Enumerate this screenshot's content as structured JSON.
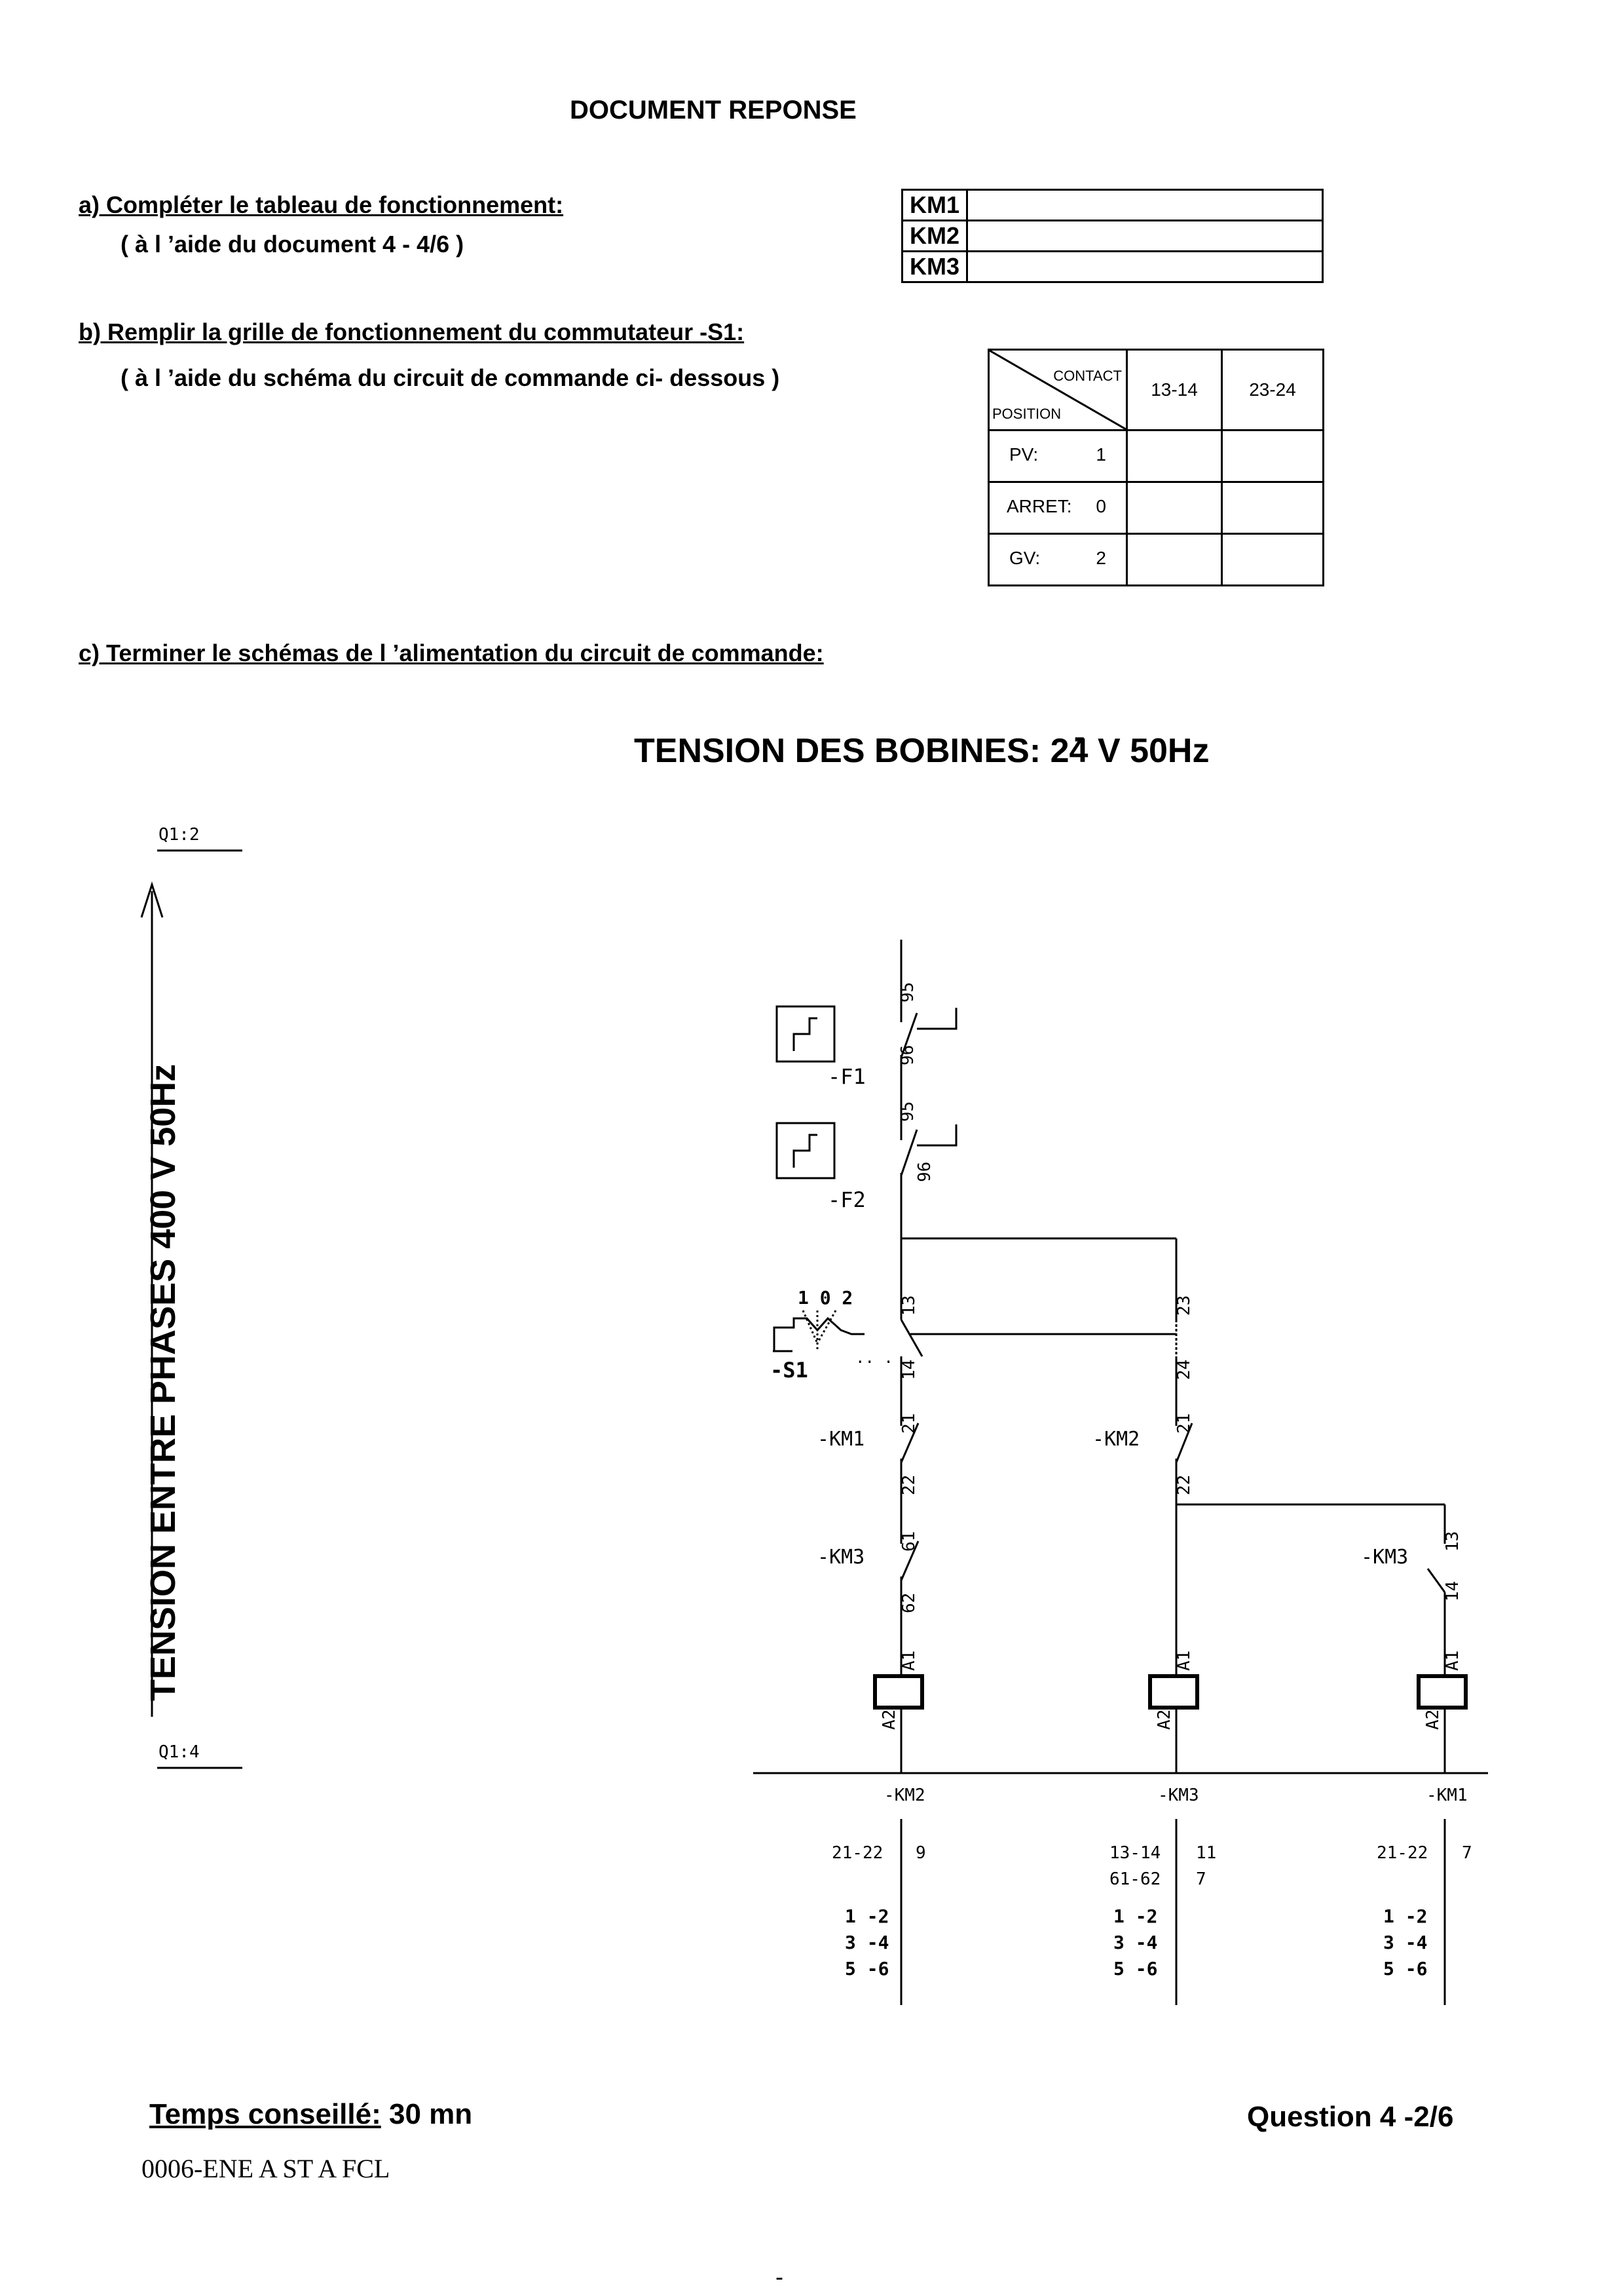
{
  "title": "DOCUMENT REPONSE",
  "section_a": {
    "heading": "a) Compléter le tableau de fonctionnement:",
    "subtitle": "( à l ’aide du document  4  - 4/6 )",
    "rows": [
      {
        "label": "KM1",
        "value": ""
      },
      {
        "label": "KM2",
        "value": ""
      },
      {
        "label": "KM3",
        "value": ""
      }
    ]
  },
  "section_b": {
    "heading": "b) Remplir la grille de fonctionnement du commutateur -S1:",
    "subtitle": "( à l ’aide du schéma du circuit de commande ci- dessous )",
    "grid": {
      "corner_top": "CONTACT",
      "corner_bottom": "POSITION",
      "columns": [
        "13-14",
        "23-24"
      ],
      "rows": [
        {
          "name": "PV:",
          "num": "1"
        },
        {
          "name": "ARRET:",
          "num": "0"
        },
        {
          "name": "GV:",
          "num": "2"
        }
      ]
    }
  },
  "section_c": {
    "heading": "c) Terminer le  schémas de l ’alimentation du circuit de commande:"
  },
  "coil_voltage": {
    "label": "TENSION DES BOBINES:",
    "value": "24",
    "unit": "V  50Hz",
    "mark": "-"
  },
  "phase_voltage": "TENSION ENTRE PHASES  400 V  50Hz",
  "terminals": {
    "top": "Q1:2",
    "bottom": "Q1:4"
  },
  "schematic": {
    "relays": [
      {
        "name": "-F1",
        "contacts": [
          "95",
          "96"
        ]
      },
      {
        "name": "-F2",
        "contacts": [
          "95",
          "96"
        ]
      }
    ],
    "switch": {
      "name": "-S1",
      "positions": "1 0 2",
      "dots": ".. ."
    },
    "contacts": [
      {
        "name": "-KM1",
        "n1": "21",
        "n2": "22"
      },
      {
        "name": "-KM3",
        "n1": "61",
        "n2": "62"
      },
      {
        "name": "-KM2",
        "n1": "21",
        "n2": "22"
      },
      {
        "name": "-KM3",
        "n1": "13",
        "n2": "14"
      }
    ],
    "s1_contacts": [
      {
        "n1": "13",
        "n2": "14"
      },
      {
        "n1": "23",
        "n2": "24"
      }
    ],
    "coil_terms": [
      "A1",
      "A2"
    ],
    "coils": [
      {
        "name": "-KM2",
        "refs": [
          [
            "21-22",
            "9"
          ]
        ],
        "poles": [
          "1 -2",
          "3 -4",
          "5 -6"
        ]
      },
      {
        "name": "-KM3",
        "refs": [
          [
            "13-14",
            "11"
          ],
          [
            "61-62",
            "7"
          ]
        ],
        "poles": [
          "1 -2",
          "3 -4",
          "5 -6"
        ]
      },
      {
        "name": "-KM1",
        "refs": [
          [
            "21-22",
            "7"
          ]
        ],
        "poles": [
          "1 -2",
          "3 -4",
          "5 -6"
        ]
      }
    ]
  },
  "footer": {
    "time_label": "Temps conseillé:",
    "time_value": " 30 mn",
    "code": "0006-ENE A ST A FCL",
    "question": "Question 4  -2/6",
    "page_mark": "-"
  }
}
